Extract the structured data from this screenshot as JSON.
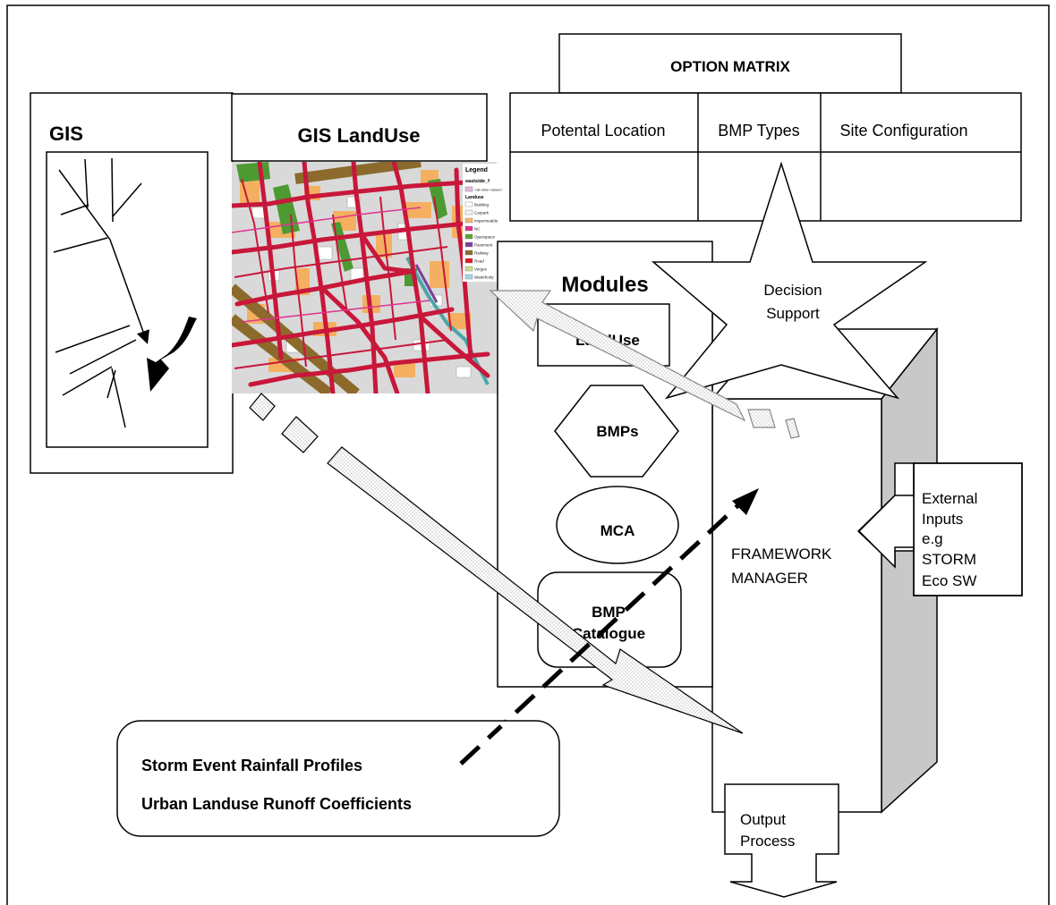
{
  "gis": {
    "title": "GIS"
  },
  "gis_landuse": {
    "title": "GIS LandUse",
    "legend": {
      "title": "Legend",
      "layer": "eastside_f",
      "other_values": "<all other values>",
      "field": "Landuse",
      "classes": [
        {
          "label": "Building",
          "color": "#ffffff"
        },
        {
          "label": "Carpark",
          "color": "#f3f3f3"
        },
        {
          "label": "Impermeable",
          "color": "#f6b96b"
        },
        {
          "label": "NC",
          "color": "#e0338f"
        },
        {
          "label": "Openspace",
          "color": "#5ca62c"
        },
        {
          "label": "Pavement",
          "color": "#7d3f9c"
        },
        {
          "label": "Railway",
          "color": "#8c6a2f"
        },
        {
          "label": "Road",
          "color": "#e21b23"
        },
        {
          "label": "Verges",
          "color": "#c8e08a"
        },
        {
          "label": "Waterbody",
          "color": "#9fd9e8"
        }
      ]
    }
  },
  "option_matrix": {
    "title": "OPTION MATRIX",
    "columns": [
      "Potental Location",
      "BMP Types",
      "Site Configuration"
    ]
  },
  "modules": {
    "title": "Modules",
    "items": [
      "LandUse",
      "BMPs",
      "MCA",
      "BMP",
      "Catalogue"
    ]
  },
  "decision_support": {
    "lines": [
      "Decision",
      "Support"
    ]
  },
  "framework_manager": {
    "lines": [
      "FRAMEWORK",
      "MANAGER"
    ]
  },
  "external_inputs": {
    "lines": [
      "External",
      "Inputs",
      "e.g",
      "STORM",
      "Eco SW"
    ]
  },
  "output_process": {
    "lines": [
      "Output",
      "Process"
    ]
  },
  "data_sources": {
    "lines": [
      "Storm Event Rainfall Profiles",
      "Urban Landuse Runoff Coefficients"
    ]
  },
  "colors": {
    "road": "#c8173a",
    "openspace": "#4d9a33",
    "railway": "#8b6a2c",
    "impermeable": "#f4b060",
    "waterbody": "#4aa6a8",
    "shadow": "#c8c8c8"
  }
}
